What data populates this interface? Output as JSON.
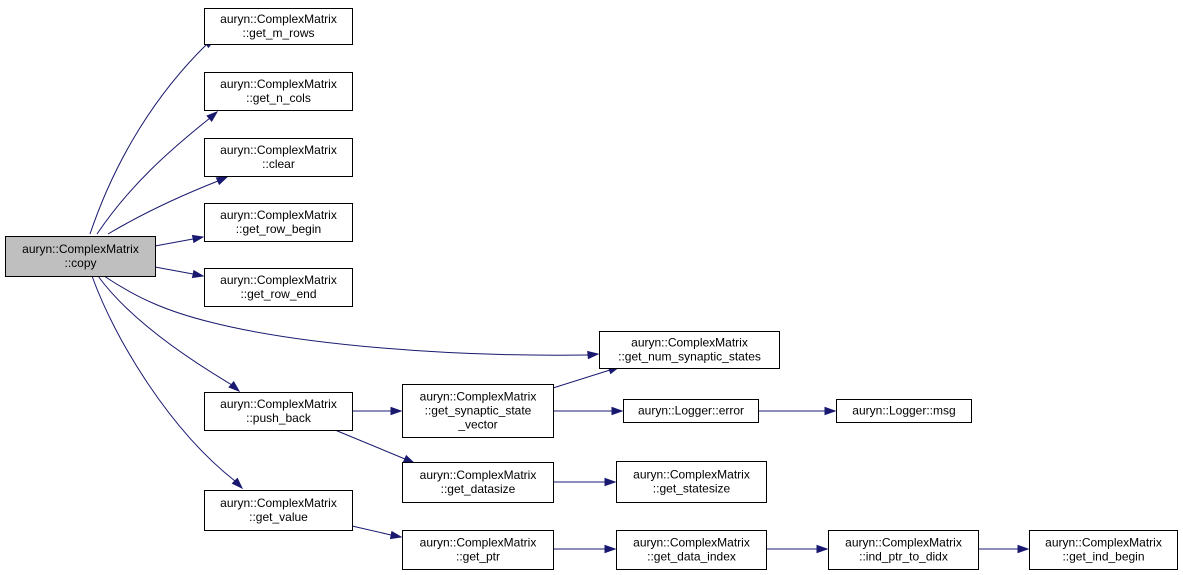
{
  "colors": {
    "edge": "#191970",
    "node_fill": "#ffffff",
    "focus_fill": "#bfbfbf",
    "border": "#000000"
  },
  "nodes": [
    {
      "id": "copy",
      "lines": [
        "auryn::ComplexMatrix",
        "::copy"
      ],
      "focus": true
    },
    {
      "id": "get_m_rows",
      "lines": [
        "auryn::ComplexMatrix",
        "::get_m_rows"
      ]
    },
    {
      "id": "get_n_cols",
      "lines": [
        "auryn::ComplexMatrix",
        "::get_n_cols"
      ]
    },
    {
      "id": "clear",
      "lines": [
        "auryn::ComplexMatrix",
        "::clear"
      ]
    },
    {
      "id": "get_row_begin",
      "lines": [
        "auryn::ComplexMatrix",
        "::get_row_begin"
      ]
    },
    {
      "id": "get_row_end",
      "lines": [
        "auryn::ComplexMatrix",
        "::get_row_end"
      ]
    },
    {
      "id": "get_num_synaptic_states",
      "lines": [
        "auryn::ComplexMatrix",
        "::get_num_synaptic_states"
      ]
    },
    {
      "id": "push_back",
      "lines": [
        "auryn::ComplexMatrix",
        "::push_back"
      ]
    },
    {
      "id": "get_synaptic_state_vector",
      "lines": [
        "auryn::ComplexMatrix",
        "::get_synaptic_state",
        "_vector"
      ]
    },
    {
      "id": "logger_error",
      "lines": [
        "auryn::Logger::error"
      ]
    },
    {
      "id": "logger_msg",
      "lines": [
        "auryn::Logger::msg"
      ]
    },
    {
      "id": "get_datasize",
      "lines": [
        "auryn::ComplexMatrix",
        "::get_datasize"
      ]
    },
    {
      "id": "get_statesize",
      "lines": [
        "auryn::ComplexMatrix",
        "::get_statesize"
      ]
    },
    {
      "id": "get_value",
      "lines": [
        "auryn::ComplexMatrix",
        "::get_value"
      ]
    },
    {
      "id": "get_ptr",
      "lines": [
        "auryn::ComplexMatrix",
        "::get_ptr"
      ]
    },
    {
      "id": "get_data_index",
      "lines": [
        "auryn::ComplexMatrix",
        "::get_data_index"
      ]
    },
    {
      "id": "ind_ptr_to_didx",
      "lines": [
        "auryn::ComplexMatrix",
        "::ind_ptr_to_didx"
      ]
    },
    {
      "id": "get_ind_begin",
      "lines": [
        "auryn::ComplexMatrix",
        "::get_ind_begin"
      ]
    }
  ],
  "edges": [
    {
      "from": "copy",
      "to": "get_m_rows"
    },
    {
      "from": "copy",
      "to": "get_n_cols"
    },
    {
      "from": "copy",
      "to": "clear"
    },
    {
      "from": "copy",
      "to": "get_row_begin"
    },
    {
      "from": "copy",
      "to": "get_row_end"
    },
    {
      "from": "copy",
      "to": "get_num_synaptic_states"
    },
    {
      "from": "copy",
      "to": "push_back"
    },
    {
      "from": "copy",
      "to": "get_value"
    },
    {
      "from": "push_back",
      "to": "get_synaptic_state_vector"
    },
    {
      "from": "push_back",
      "to": "get_datasize"
    },
    {
      "from": "get_synaptic_state_vector",
      "to": "get_num_synaptic_states"
    },
    {
      "from": "get_synaptic_state_vector",
      "to": "logger_error"
    },
    {
      "from": "logger_error",
      "to": "logger_msg"
    },
    {
      "from": "get_datasize",
      "to": "get_statesize"
    },
    {
      "from": "get_value",
      "to": "get_ptr"
    },
    {
      "from": "get_ptr",
      "to": "get_data_index"
    },
    {
      "from": "get_data_index",
      "to": "ind_ptr_to_didx"
    },
    {
      "from": "ind_ptr_to_didx",
      "to": "get_ind_begin"
    }
  ]
}
